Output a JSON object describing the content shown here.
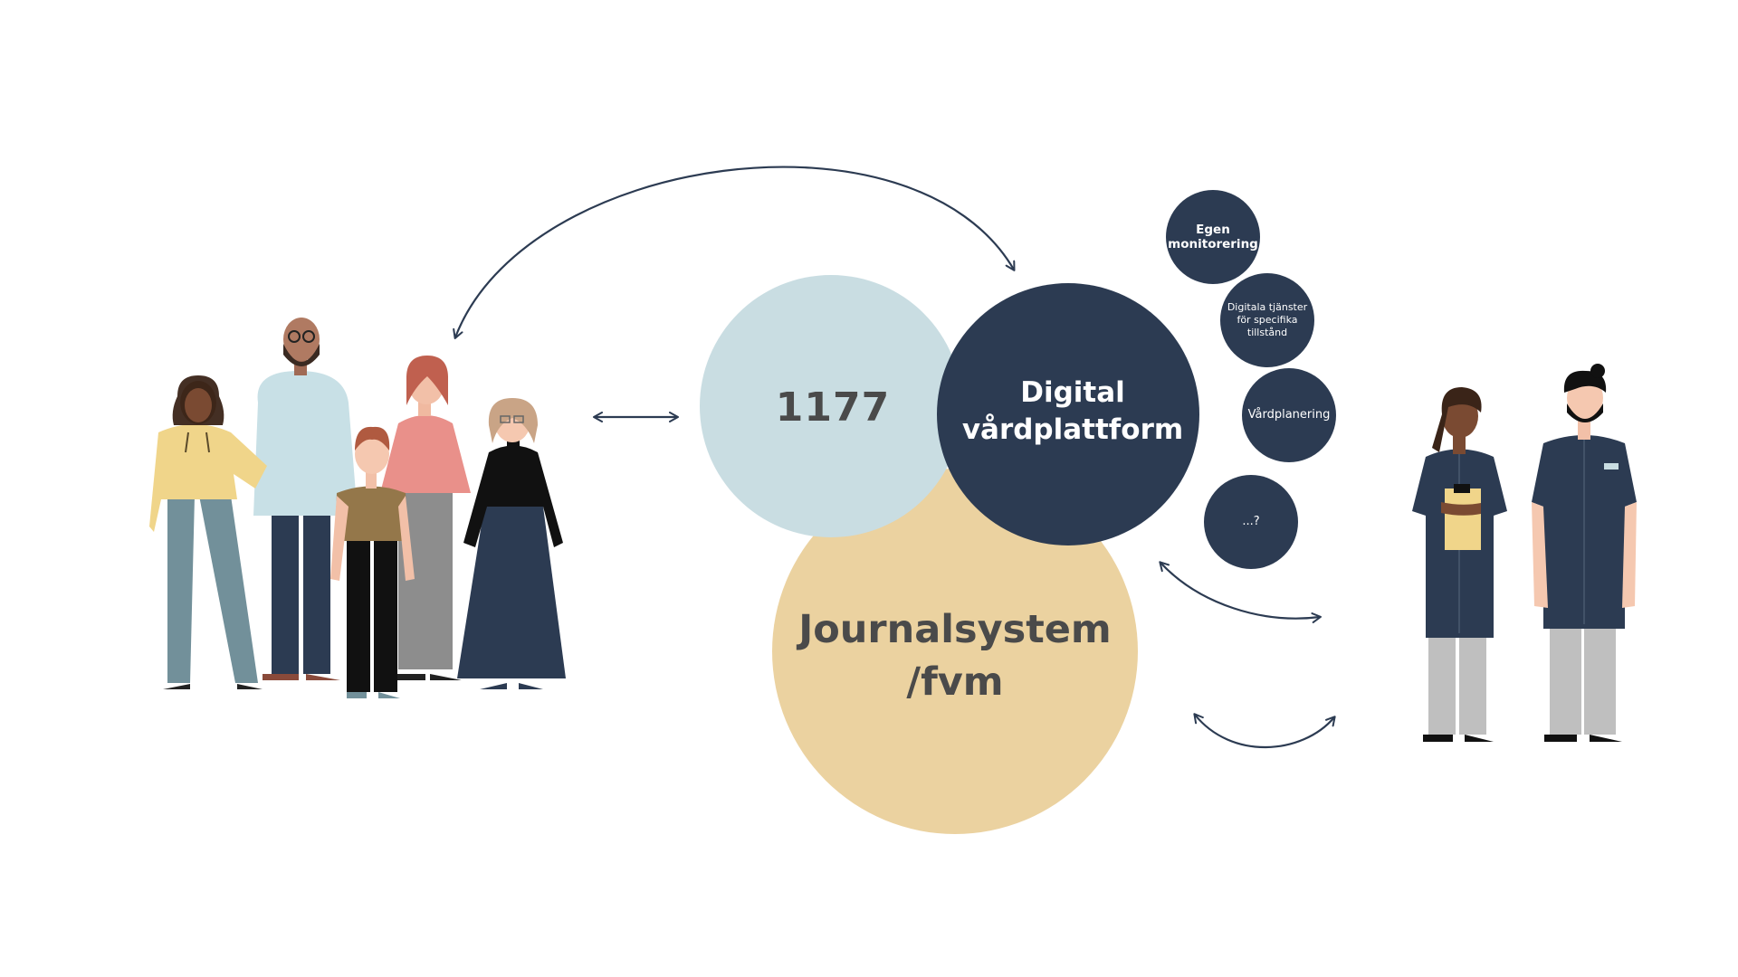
{
  "diagram": {
    "circle_1177": {
      "label": "1177",
      "color": "#c9dde2"
    },
    "circle_platform": {
      "label": "Digital\nvårdplattform",
      "color": "#2c3b52"
    },
    "circle_journal": {
      "label": "Journalsystem\n/fvm",
      "color": "#ebd2a0"
    },
    "services": [
      {
        "label": "Egen\nmonitorering"
      },
      {
        "label": "Digitala tjänster\nför specifika\ntillstånd"
      },
      {
        "label": "Vårdplanering"
      },
      {
        "label": "...?"
      }
    ],
    "arrow_color": "#2c3b52"
  },
  "colors": {
    "navy": "#2c3b52",
    "light_blue": "#c9dde2",
    "sand": "#ebd2a0",
    "mustard": "#f0d58a",
    "salmon": "#e9908a",
    "olive": "#94774a",
    "teal_grey": "#72909a",
    "grey": "#8d8d8d",
    "light_grey": "#bfbfbf"
  }
}
